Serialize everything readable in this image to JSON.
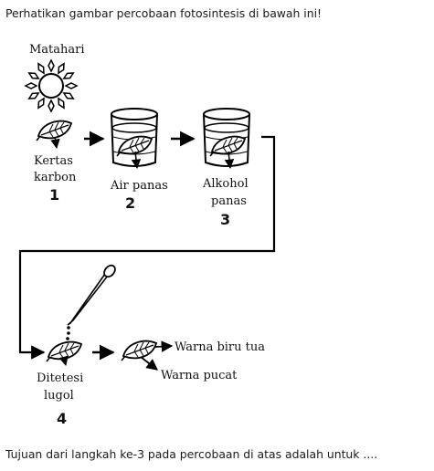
{
  "question": {
    "intro": "Perhatikan gambar percobaan fotosintesis di bawah ini!",
    "prompt": "Tujuan dari langkah ke-3 pada percobaan di atas adalah untuk ...."
  },
  "diagram": {
    "sun_label": "Matahari",
    "steps": [
      {
        "label_lines": [
          "Kertas",
          "karbon"
        ],
        "number": "1"
      },
      {
        "label_lines": [
          "Air panas"
        ],
        "number": "2"
      },
      {
        "label_lines": [
          "Alkohol",
          "panas"
        ],
        "number": "3"
      },
      {
        "label_lines": [
          "Ditetesi",
          "lugol"
        ],
        "number": "4"
      }
    ],
    "results": {
      "dark_blue": "Warna biru tua",
      "pale": "Warna pucat"
    }
  }
}
